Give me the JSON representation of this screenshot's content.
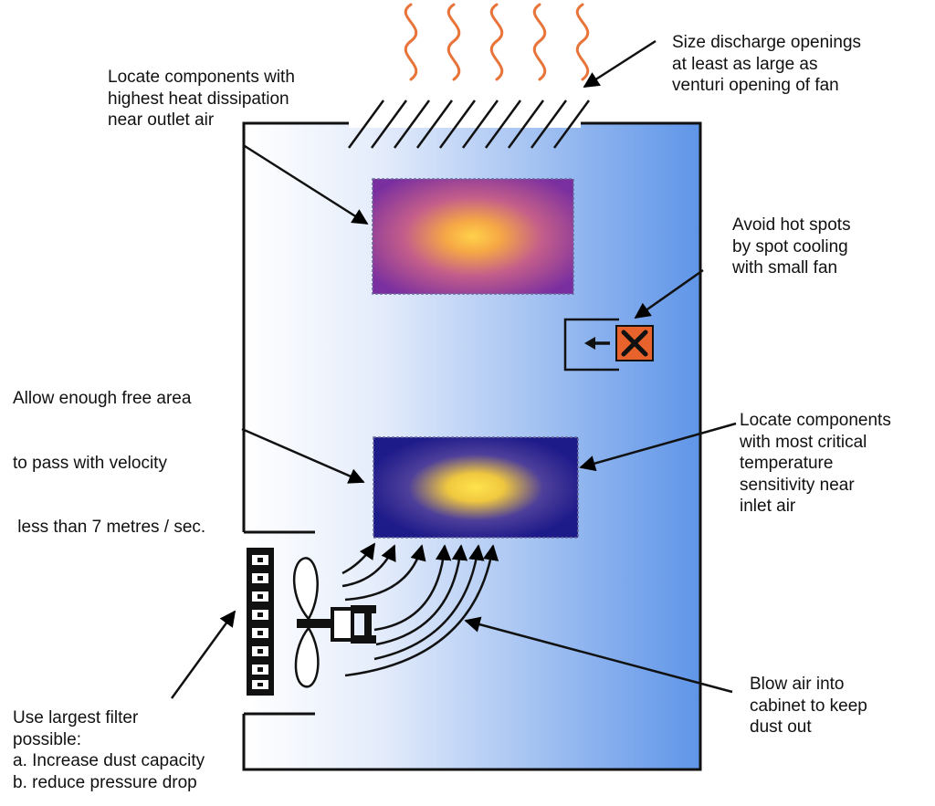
{
  "labels": {
    "outlet": [
      "Locate components with",
      "highest heat dissipation",
      "near outlet air"
    ],
    "discharge": [
      "Size discharge openings",
      "at least as large as",
      "venturi opening of fan"
    ],
    "hotspots": [
      "Avoid hot spots",
      "by spot cooling",
      "with small fan"
    ],
    "free_area": [
      "Allow enough free area",
      "to pass with velocity",
      " less than 7 metres / sec."
    ],
    "critical": [
      "Locate components",
      "with most critical",
      "temperature",
      "sensitivity near",
      "inlet air"
    ],
    "filter": [
      "Use largest filter",
      "possible:",
      "a. Increase dust capacity",
      "b. reduce pressure drop"
    ],
    "blow": [
      "Blow air into",
      "cabinet to keep",
      "dust out"
    ]
  },
  "icons": {
    "heat_waves": "heat-waves-icon",
    "vent_grille": "vent-grille-icon",
    "spot_fan": "spot-fan-icon",
    "intake_fan": "intake-fan-icon",
    "air_filter": "air-filter-icon"
  },
  "colors": {
    "cabinet_gradient_start": "#ffffff",
    "cabinet_gradient_end": "#5f95e8",
    "heat_waves": "#e8743a",
    "hot_component": "#7a2fa0",
    "critical_component": "#1d1a8a",
    "component_core": "#ffd24a",
    "spot_fan_fill": "#e8632c"
  }
}
